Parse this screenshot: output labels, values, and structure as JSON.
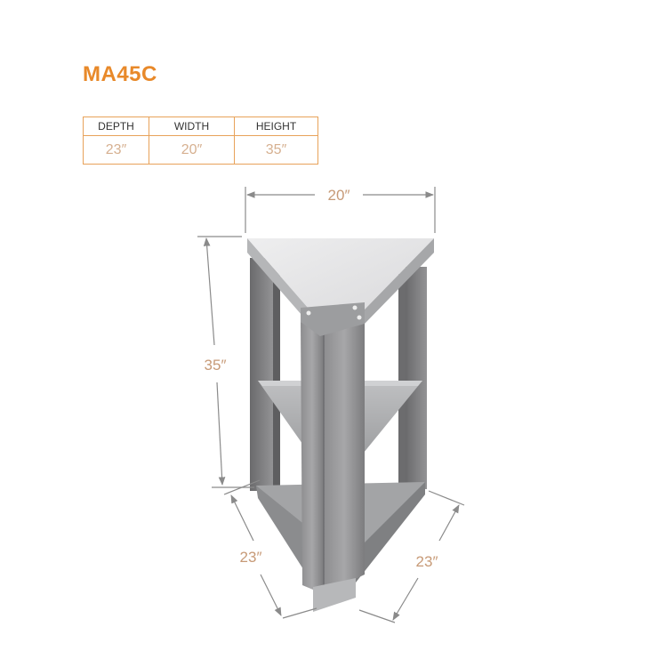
{
  "product": {
    "model": "MA45C"
  },
  "specs": {
    "headers": [
      "DEPTH",
      "WIDTH",
      "HEIGHT"
    ],
    "values": [
      "23″",
      "20″",
      "35″"
    ]
  },
  "dimensions": {
    "width_label": "20″",
    "height_label": "35″",
    "left_depth_label": "23″",
    "right_depth_label": "23″"
  },
  "colors": {
    "accent": "#e8892a",
    "dim_text": "#c79a77",
    "dim_line": "#8a8a8a",
    "table_border": "#e8a25a"
  }
}
